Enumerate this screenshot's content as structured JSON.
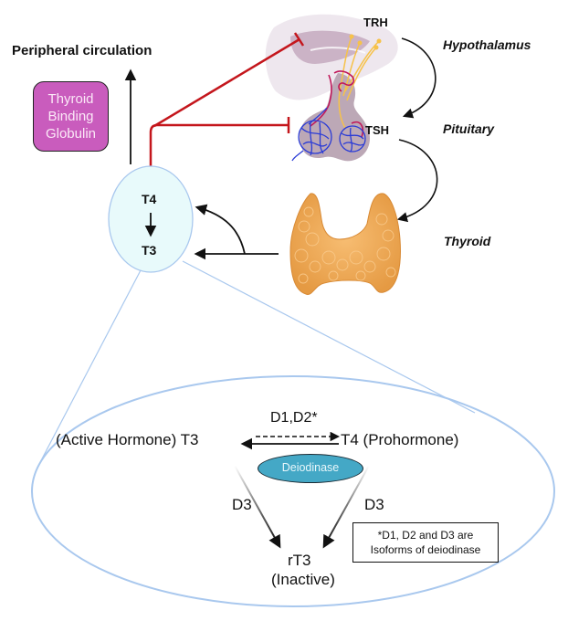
{
  "labels": {
    "peripheral_circulation": "Peripheral circulation",
    "thyroid_binding_globulin": [
      "Thyroid",
      "Binding",
      "Globulin"
    ],
    "trh": "TRH",
    "tsh": "TSH",
    "hypothalamus": "Hypothalamus",
    "pituitary": "Pituitary",
    "thyroid": "Thyroid",
    "t4_small": "T4",
    "t3_small": "T3"
  },
  "detail": {
    "enzymes_top": "D1,D2*",
    "active_hormone": "(Active Hormone) T3",
    "prohormone": "T4 (Prohormone)",
    "deiodinase": "Deiodinase",
    "d3_left": "D3",
    "d3_right": "D3",
    "rt3": "rT3",
    "inactive": "(Inactive)",
    "note_line1": "*D1, D2 and D3 are",
    "note_line2": "Isoforms of deiodinase"
  },
  "colors": {
    "inhibition": "#c4161c",
    "tbg_fill": "#c95cbd",
    "hormone_cell_fill": "#e8fafb",
    "zoom_outline": "#a9c8ee",
    "deiodinase_fill": "#44a8c6",
    "thyroid_fill": "#f0a552",
    "vessel_blue": "#2a3bd6",
    "vessel_red": "#c0185a",
    "nerve_yellow": "#f6c24a"
  }
}
